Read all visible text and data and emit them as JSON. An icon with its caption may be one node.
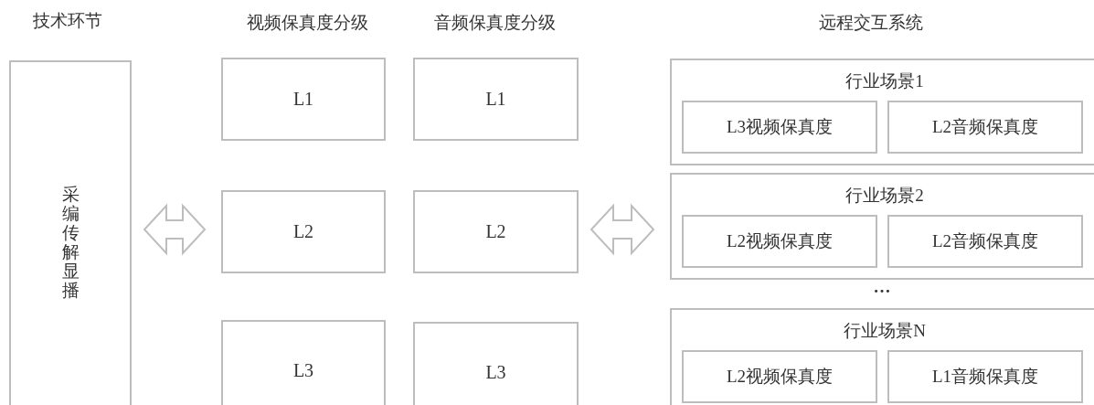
{
  "diagram": {
    "nodes": [
      {
        "text": [
          "技术环节",
          "采编传解显播"
        ]
      },
      {
        "text": [
          "L1"
        ]
      },
      {
        "text": [
          "L2"
        ]
      },
      {
        "text": [
          "L3"
        ]
      },
      {
        "text": [
          "L1"
        ]
      },
      {
        "text": [
          "L2"
        ]
      },
      {
        "text": [
          "L3"
        ]
      },
      {
        "text": [
          "行业场景1"
        ]
      },
      {
        "text": [
          "L3视频保真度"
        ],
        "in": 7
      },
      {
        "text": [
          "L2音频保真度"
        ],
        "in": 7
      },
      {
        "text": [
          "行业场景2"
        ]
      },
      {
        "text": [
          "L2视频保真度"
        ],
        "in": 10
      },
      {
        "text": [
          "L2音频保真度"
        ],
        "in": 10
      },
      {
        "text": [
          "行业场景N"
        ]
      },
      {
        "text": [
          "L2视频保真度"
        ],
        "in": 13
      },
      {
        "text": [
          "L1音频保真度"
        ],
        "in": 13
      }
    ],
    "edges": [
      {
        "from": 0,
        "to": 2,
        "arrow": "both"
      },
      {
        "from": 5,
        "to": 10,
        "arrow": "both"
      }
    ],
    "labels": [
      "视频保真度分级",
      "音频保真度分级",
      "远程交互系统",
      "…"
    ]
  }
}
